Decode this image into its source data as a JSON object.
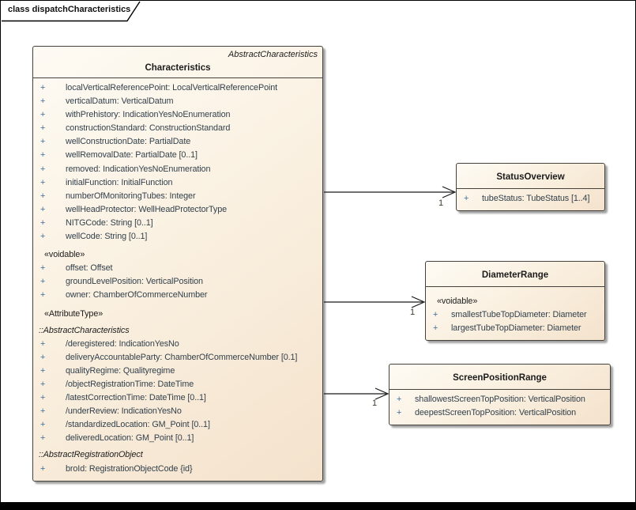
{
  "frame": {
    "tab_label": "class dispatchCharacteristics"
  },
  "colors": {
    "box_fill_light": "#fefbf4",
    "box_fill_dark": "#f4e2cc",
    "box_border": "#45413c",
    "attr_text": "#32404c",
    "plus_sign": "#3f6d96",
    "heading_text": "#1c1c1c",
    "multiplicity_text": "#3f3a2a",
    "frame_border": "#000000"
  },
  "classes": {
    "characteristics": {
      "stereotype": "AbstractCharacteristics",
      "name": "Characteristics",
      "rows": [
        {
          "kind": "attr",
          "text": "localVerticalReferencePoint: LocalVerticalReferencePoint"
        },
        {
          "kind": "attr",
          "text": "verticalDatum: VerticalDatum"
        },
        {
          "kind": "attr",
          "text": "withPrehistory: IndicationYesNoEnumeration"
        },
        {
          "kind": "attr",
          "text": "constructionStandard: ConstructionStandard"
        },
        {
          "kind": "attr",
          "text": "wellConstructionDate: PartialDate"
        },
        {
          "kind": "attr",
          "text": "wellRemovalDate: PartialDate [0..1]"
        },
        {
          "kind": "attr",
          "text": "removed: IndicationYesNoEnumeration"
        },
        {
          "kind": "attr",
          "text": "initialFunction: InitialFunction"
        },
        {
          "kind": "attr",
          "text": "numberOfMonitoringTubes: Integer"
        },
        {
          "kind": "attr",
          "text": "wellHeadProtector: WellHeadProtectorType"
        },
        {
          "kind": "attr",
          "text": "NITGCode: String [0..1]"
        },
        {
          "kind": "attr",
          "text": "wellCode: String [0..1]"
        },
        {
          "kind": "stereotype",
          "text": "«voidable»"
        },
        {
          "kind": "attr",
          "text": "offset: Offset"
        },
        {
          "kind": "attr",
          "text": "groundLevelPosition: VerticalPosition"
        },
        {
          "kind": "attr",
          "text": "owner: ChamberOfCommerceNumber"
        },
        {
          "kind": "stereotype",
          "text": "«AttributeType»"
        },
        {
          "kind": "section",
          "text": "::AbstractCharacteristics"
        },
        {
          "kind": "attr",
          "text": "/deregistered: IndicationYesNo"
        },
        {
          "kind": "attr",
          "text": "deliveryAccountableParty: ChamberOfCommerceNumber [0.1]"
        },
        {
          "kind": "attr",
          "text": "qualityRegime: Qualityregime"
        },
        {
          "kind": "attr",
          "text": "/objectRegistrationTime: DateTime"
        },
        {
          "kind": "attr",
          "text": "/latestCorrectionTime: DateTime [0..1]"
        },
        {
          "kind": "attr",
          "text": "/underReview: IndicationYesNo"
        },
        {
          "kind": "attr",
          "text": "/standardizedLocation: GM_Point [0..1]"
        },
        {
          "kind": "attr",
          "text": "deliveredLocation: GM_Point [0..1]"
        },
        {
          "kind": "section",
          "text": "::AbstractRegistrationObject"
        },
        {
          "kind": "attr",
          "text": "broId: RegistrationObjectCode {id}"
        }
      ]
    },
    "statusOverview": {
      "name": "StatusOverview",
      "rows": [
        {
          "kind": "attr",
          "text": "tubeStatus: TubeStatus [1..4]"
        }
      ]
    },
    "diameterRange": {
      "name": "DiameterRange",
      "rows": [
        {
          "kind": "stereotype",
          "text": "«voidable»"
        },
        {
          "kind": "attr",
          "text": "smallestTubeTopDiameter: Diameter"
        },
        {
          "kind": "attr",
          "text": "largestTubeTopDiameter: Diameter"
        }
      ]
    },
    "screenPositionRange": {
      "name": "ScreenPositionRange",
      "rows": [
        {
          "kind": "attr",
          "text": "shallowestScreenTopPosition: VerticalPosition"
        },
        {
          "kind": "attr",
          "text": "deepestScreenTopPosition: VerticalPosition"
        }
      ]
    }
  },
  "connectors": [
    {
      "label": "1",
      "target": "StatusOverview"
    },
    {
      "label": "1",
      "target": "DiameterRange"
    },
    {
      "label": "1",
      "target": "ScreenPositionRange"
    }
  ]
}
